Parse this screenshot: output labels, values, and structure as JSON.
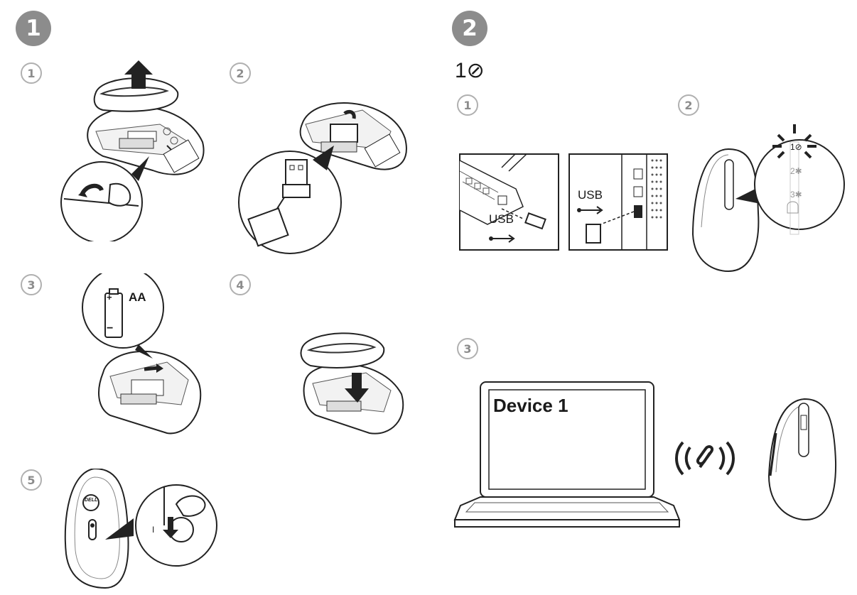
{
  "sections": [
    {
      "badge": "1"
    },
    {
      "badge": "2"
    }
  ],
  "section1": {
    "steps": [
      "1",
      "2",
      "3",
      "4",
      "5"
    ],
    "battery_label": "AA",
    "battery_plus": "+",
    "battery_minus": "−",
    "mouse_logo": "DELL",
    "switch_on_mark": "I"
  },
  "section2": {
    "connection_label": "1⊘",
    "steps": [
      "1",
      "2",
      "3"
    ],
    "laptop_usb_label": "USB",
    "desktop_usb_label": "USB",
    "mode_labels": [
      "1⊘",
      "2✱",
      "3✱"
    ],
    "device_label": "Device 1"
  }
}
